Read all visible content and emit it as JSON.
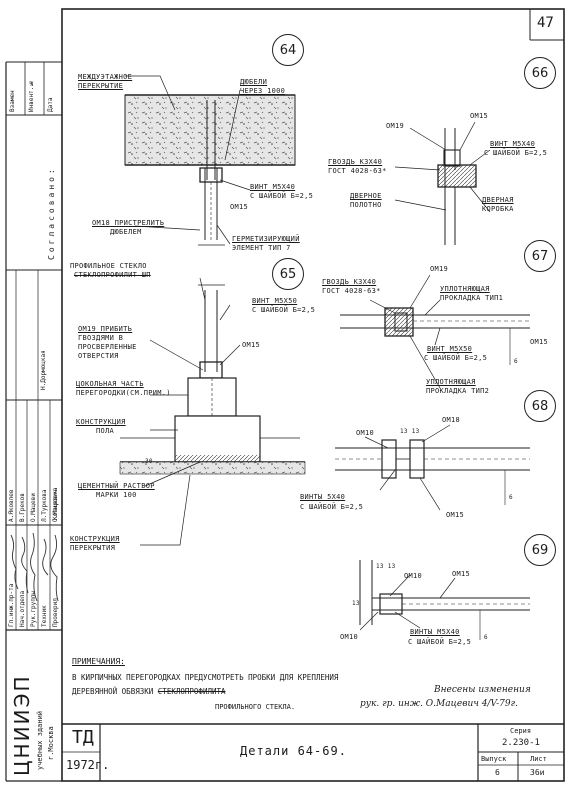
{
  "sheet": {
    "page_number": "47",
    "title_block": {
      "org": "ТД",
      "year": "1972г.",
      "title": "Детали 64-69.",
      "series_label": "Серия",
      "series_value": "2.230-1",
      "issue_label": "Выпуск",
      "issue_value": "6",
      "sheet_label": "Лист",
      "sheet_value": "36и"
    },
    "logo": {
      "name": "ЦНИИЭП",
      "sub1": "учебных зданий",
      "sub2": "г.Москва"
    },
    "side_stamp": {
      "top_cells": [
        "Взамен",
        "Инвент.№",
        "Дата"
      ],
      "middle_label": "Согласовано:",
      "roles": [
        "Гл.инж.пр-та",
        "Нач.отдела",
        "Рук.группы",
        "Техник",
        "Проверил"
      ],
      "names": [
        "А.Яковлев",
        "В.Греков",
        "О.Мацеви",
        "Л.Туркова",
        "О.Мацевич"
      ],
      "extra_roles": [
        "Копировка",
        "Н.Дормоцкая"
      ]
    },
    "details": {
      "d64": {
        "number": "64",
        "slab_label_1": "Междуэтажное",
        "slab_label_2": "перекрытие",
        "dowel_1": "Дюбели",
        "dowel_2": "через 1000",
        "screw_1": "Винт М5х40",
        "screw_2": "с шайбой б=2,5",
        "om15": "ОМ15",
        "om18_1": "ОМ18 пристрелить",
        "om18_2": "дюбелем",
        "seal_1": "Герметизирующий",
        "seal_2": "элемент тип 7",
        "glass_1": "Профильное стекло",
        "glass_2": "Стеклопрофилит ШП"
      },
      "d65": {
        "number": "65",
        "screw_1": "Винт М5х50",
        "screw_2": "с шайбой б=2,5",
        "om19_1": "ОМ19 прибить",
        "om19_2": "гвоздями в",
        "om19_3": "просверленные",
        "om19_4": "отверстия",
        "om15": "ОМ15",
        "plinth_1": "Цокольная часть",
        "plinth_2": "перегородки(см.прим.)",
        "floor_1": "Конструкция",
        "floor_2": "пола",
        "dim": "30",
        "mortar_1": "Цементный раствор",
        "mortar_2": "марки 100",
        "slab_1": "Конструкция",
        "slab_2": "перекрытия"
      },
      "d66": {
        "number": "66",
        "om19": "ОМ19",
        "om15": "ОМ15",
        "screw_1": "Винт М5х40",
        "screw_2": "с шайбой б=2,5",
        "nail_1": "Гвоздь К3х40",
        "nail_2": "ГОСТ 4028-63*",
        "door_1": "Дверное",
        "door_2": "полотно",
        "frame_1": "Дверная",
        "frame_2": "коробка"
      },
      "d67": {
        "number": "67",
        "nail_1": "Гвоздь К3х40",
        "nail_2": "ГОСТ 4028-63*",
        "om19": "ОМ19",
        "gasket1_1": "Уплотняющая",
        "gasket1_2": "прокладка тип1",
        "screw_1": "Винт М5х50",
        "screw_2": "с шайбой б=2,5",
        "om15": "ОМ15",
        "gasket2_1": "Уплотняющая",
        "gasket2_2": "прокладка тип2",
        "dim": "6"
      },
      "d68": {
        "number": "68",
        "om10": "ОМ10",
        "om18": "ОМ18",
        "dims": "13 13",
        "screw_1": "Винты 5х40",
        "screw_2": "с шайбой б=2,5",
        "om15": "ОМ15",
        "dim": "6"
      },
      "d69": {
        "number": "69",
        "dims": "13 13",
        "om10_top": "ОМ10",
        "om15": "ОМ15",
        "dim_left": "13",
        "om10_bottom": "ОМ10",
        "screw_1": "Винты М5х40",
        "screw_2": "с шайбой б=2,5",
        "dim": "6"
      }
    },
    "notes": {
      "heading": "Примечания:",
      "line1": "В кирпичных перегородках предусмотреть пробки для крепления",
      "line2_a": "деревянной обвязки",
      "line2_strike": "стеклопрофилита",
      "line3": "профильного стекла.",
      "handwritten_1": "Внесены изменения",
      "handwritten_2": "рук. гр. инж. О.Мацевич 4/V-79г."
    }
  }
}
